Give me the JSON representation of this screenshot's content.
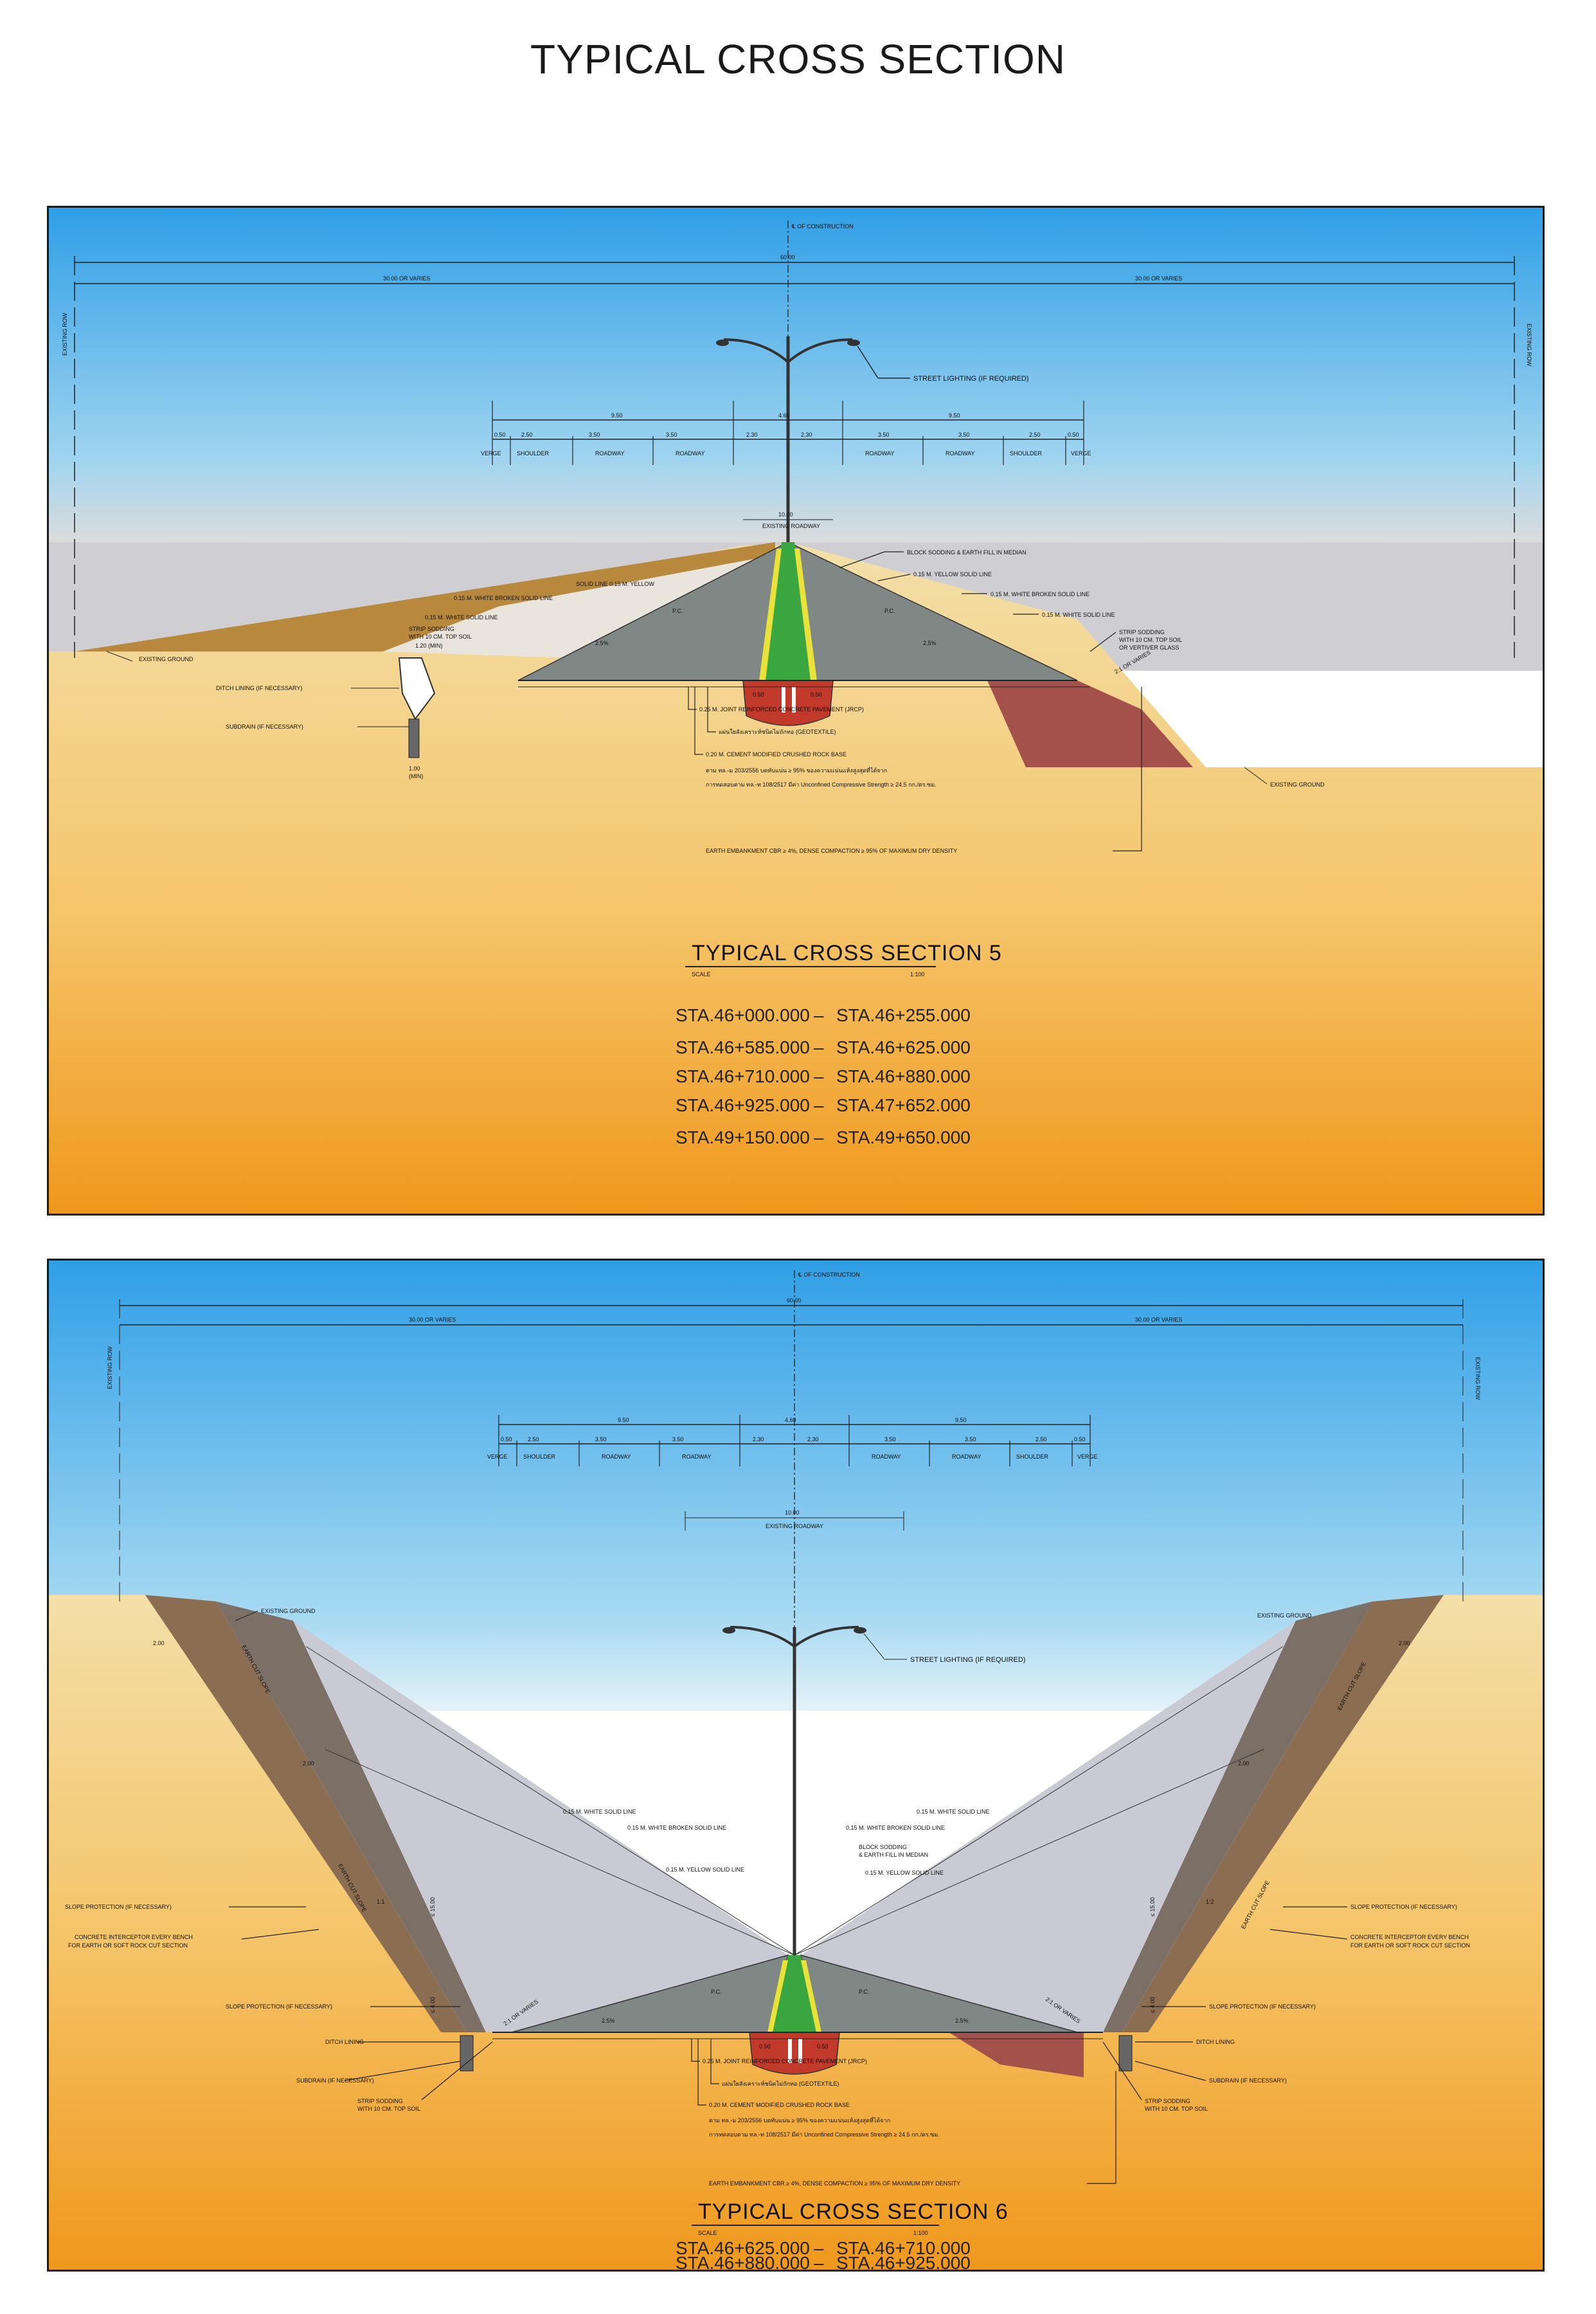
{
  "page": {
    "title": "TYPICAL CROSS SECTION"
  },
  "section5": {
    "title": "TYPICAL CROSS SECTION 5",
    "scale_label": "SCALE",
    "scale_value": "1:100",
    "centerline": "℄ OF CONSTRUCTION",
    "total_width": "60.00",
    "half_left": "30.00 OR VARIES",
    "half_right": "30.00 OR VARIES",
    "row_left": "EXISTING ROW",
    "row_right": "EXISTING ROW",
    "widths": {
      "left_group": "9.50",
      "median": "4.60",
      "right_group": "9.50",
      "cells": [
        "0.50",
        "2.50",
        "3.50",
        "3.50",
        "2.30",
        "2.30",
        "3.50",
        "3.50",
        "2.50",
        "0.50"
      ]
    },
    "lane_labels": [
      "VERGE",
      "SHOULDER",
      "ROADWAY",
      "ROADWAY",
      "ROADWAY",
      "ROADWAY",
      "SHOULDER",
      "VERGE"
    ],
    "median_top": "10.00",
    "median_top_label": "EXISTING ROADWAY",
    "street_lighting": "STREET LIGHTING (IF REQUIRED)",
    "notes_right": [
      "BLOCK SODDING & EARTH FILL IN MEDIAN",
      "0.15 M. YELLOW SOLID LINE",
      "0.15 M. WHITE BROKEN SOLID LINE",
      "0.15 M. WHITE SOLID LINE",
      "STRIP SODDING",
      "WITH 10 CM. TOP SOIL",
      "OR VERTIVER GLASS"
    ],
    "notes_left": [
      "SOLID LINE 0.15 M. YELLOW",
      "0.15 M. WHITE BROKEN SOLID LINE",
      "0.15 M. WHITE SOLID LINE",
      "STRIP SODDING",
      "WITH 10 CM. TOP SOIL"
    ],
    "ground_left": "EXISTING GROUND",
    "ground_right": "EXISTING GROUND",
    "ditch": "DITCH LINING (IF NECESSARY)",
    "subdrain": "SUBDRAIN (IF NECESSARY)",
    "slope_left": "2.5%",
    "slope_right": "2.5%",
    "slope_ratio": "2:1 OR VARIES",
    "pc": "P.C.",
    "dim_ditch": "1.20 (MIN)",
    "dim_sub": "1.00",
    "dim_sub_min": "(MIN)",
    "dim_050": "0.50",
    "dim_050b": "0.50",
    "callouts": [
      "0.25 M. JOINT REINFORCED CONCRETE PAVEMENT (JRCP)",
      "แผ่นใยสังเคราะห์ชนิดไม่ถักทอ (GEOTEXTILE)",
      "0.20 M. CEMENT MODIFIED CRUSHED ROCK BASE",
      "ตาม ทล.-ม 203/2556 บดทับแน่น ≥ 95% ของความแน่นแห้งสูงสุดที่ได้จาก",
      "การทดสอบตาม ทล.-ท 108/2517 มีค่า Unconfined Compressive Strength ≥ 24.5 กก./ตร.ซม.",
      "EARTH EMBANKMENT CBR ≥ 4%, DENSE COMPACTION ≥ 95% OF MAXIMUM DRY DENSITY"
    ],
    "stations": [
      [
        "STA.46+000.000",
        "STA.46+255.000"
      ],
      [
        "STA.46+585.000",
        "STA.46+625.000"
      ],
      [
        "STA.46+710.000",
        "STA.46+880.000"
      ],
      [
        "STA.46+925.000",
        "STA.47+652.000"
      ],
      [
        "STA.49+150.000",
        "STA.49+650.000"
      ]
    ],
    "dash": "–"
  },
  "section6": {
    "title": "TYPICAL CROSS SECTION 6",
    "scale_label": "SCALE",
    "scale_value": "1:100",
    "centerline": "℄ OF CONSTRUCTION",
    "total_width": "60.00",
    "half_left": "30.00 OR VARIES",
    "half_right": "30.00 OR VARIES",
    "row_left": "EXISTING ROW",
    "row_right": "EXISTING ROW",
    "widths": {
      "left_group": "9.50",
      "median": "4.60",
      "right_group": "9.50",
      "cells": [
        "0.50",
        "2.50",
        "3.50",
        "3.50",
        "2.30",
        "2.30",
        "3.50",
        "3.50",
        "2.50",
        "0.50"
      ]
    },
    "lane_labels": [
      "VERGE",
      "SHOULDER",
      "ROADWAY",
      "ROADWAY",
      "ROADWAY",
      "ROADWAY",
      "SHOULDER",
      "VERGE"
    ],
    "median_top": "10.00",
    "median_top_label": "EXISTING ROADWAY",
    "street_lighting": "STREET LIGHTING (IF REQUIRED)",
    "ground_left": "EXISTING GROUND",
    "ground_right": "EXISTING GROUND",
    "bench": "2.00",
    "bench_b": "2.00",
    "bench_c": "2.00",
    "bench_d": "2.00",
    "cut_slope": "EARTH CUT SLOPE",
    "cut_slope_b": "EARTH CUT SLOPE",
    "cut_slope_c": "EARTH CUT SLOPE",
    "cut_slope_d": "EARTH CUT SLOPE",
    "height_a": "≤ 15.00",
    "height_b": "≤ 4.00",
    "height_c": "≤ 15.00",
    "height_d": "≤ 4.00",
    "ratio_a": "1:1",
    "ratio_b": "1:2",
    "notes_left": [
      "SLOPE PROTECTION (IF NECESSARY)",
      "CONCRETE INTERCEPTOR EVERY BENCH",
      "FOR EARTH OR SOFT ROCK CUT SECTION",
      "SLOPE PROTECTION (IF NECESSARY)",
      "DITCH LINING",
      "SUBDRAIN (IF NECESSARY)",
      "STRIP SODDING",
      "WITH 10 CM. TOP SOIL"
    ],
    "notes_right": [
      "SLOPE PROTECTION (IF NECESSARY)",
      "CONCRETE INTERCEPTOR EVERY BENCH",
      "FOR EARTH OR SOFT ROCK CUT SECTION",
      "SLOPE PROTECTION (IF NECESSARY)",
      "DITCH LINING",
      "SUBDRAIN (IF NECESSARY)",
      "STRIP SODDING",
      "WITH 10 CM. TOP SOIL"
    ],
    "lines_left": [
      "0.15 M. WHITE SOLID LINE",
      "0.15 M. WHITE BROKEN SOLID LINE",
      "0.15 M. YELLOW SOLID LINE"
    ],
    "lines_right": [
      "0.15 M. WHITE SOLID LINE",
      "0.15 M. WHITE BROKEN SOLID LINE",
      "BLOCK SODDING",
      "& EARTH FILL IN MEDIAN",
      "0.15 M. YELLOW SOLID LINE"
    ],
    "slope_left": "2.5%",
    "slope_right": "2.5%",
    "ratio_left": "2:1 OR VARIES",
    "ratio_right": "2:1 OR VARIES",
    "pc": "P.C.",
    "dim_050": "0.50",
    "dim_050b": "0.50",
    "callouts": [
      "0.25 M. JOINT REINFORCED CONCRETE PAVEMENT (JRCP)",
      "แผ่นใยสังเคราะห์ชนิดไม่ถักทอ (GEOTEXTILE)",
      "0.20 M. CEMENT MODIFIED CRUSHED ROCK BASE",
      "ตาม ทล.-ม 203/2556 บดทับแน่น ≥ 95% ของความแน่นแห้งสูงสุดที่ได้จาก",
      "การทดสอบตาม ทล.-ท 108/2517 มีค่า Unconfined Compressive Strength ≥ 24.5 กก./ตร.ซม.",
      "EARTH EMBANKMENT CBR ≥ 4%, DENSE COMPACTION ≥ 95% OF MAXIMUM DRY DENSITY"
    ],
    "stations": [
      [
        "STA.46+625.000",
        "STA.46+710.000"
      ],
      [
        "STA.46+880.000",
        "STA.46+925.000"
      ]
    ],
    "dash": "–"
  },
  "colors": {
    "sky_top": "#2f9fe6",
    "sky_bottom": "#d7eef8",
    "ground_top": "#f2d79a",
    "ground_bottom": "#f09a1c",
    "pavement": "#7f8a86",
    "median": "#3aa640",
    "embankment": "#a85a42",
    "fill_slope": "#b7893f",
    "cut_rock": "#8b7b66"
  }
}
